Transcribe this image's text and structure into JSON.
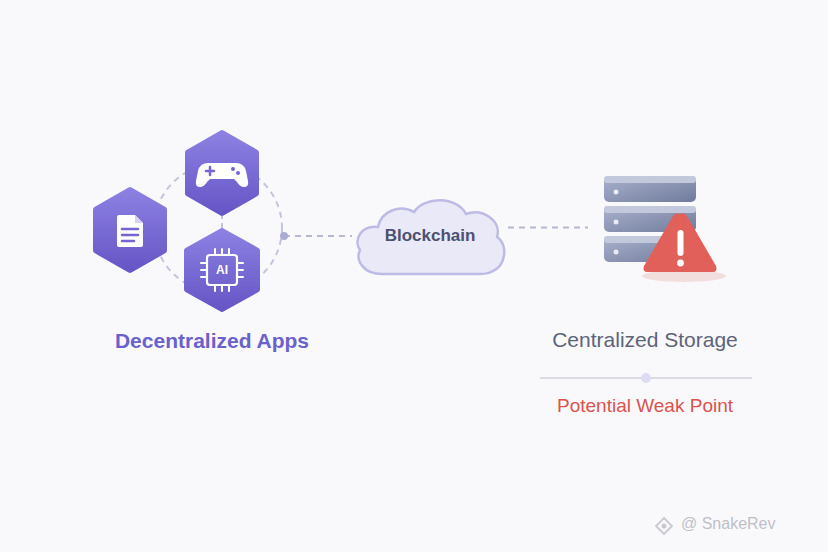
{
  "diagram": {
    "nodes": [
      {
        "text": [
          "Decentralized Apps"
        ]
      },
      {
        "text": [
          "AI"
        ],
        "in": 0
      },
      {
        "text": [
          "Blockchain"
        ]
      },
      {
        "text": [
          "Centralized Storage",
          "Potential Weak Point"
        ]
      }
    ],
    "edges": [
      {
        "from": 0,
        "to": 2,
        "arrow": "none"
      },
      {
        "from": 2,
        "to": 3,
        "arrow": "none"
      }
    ],
    "labels": [
      "@ SnakeRev"
    ]
  }
}
